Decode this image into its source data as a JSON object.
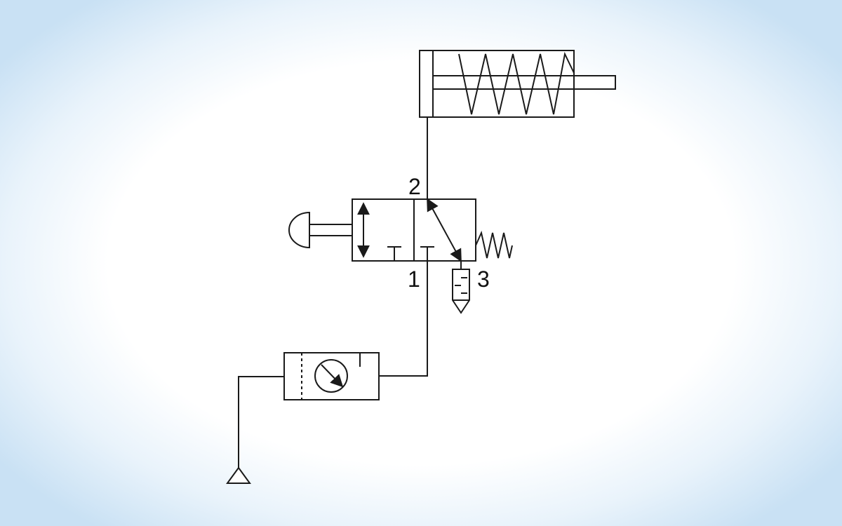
{
  "colors": {
    "line": "#1a1a1a",
    "fill": "#ffffff",
    "background_edge": "#c9e1f4"
  },
  "ports": {
    "port_2": "2",
    "port_1": "1",
    "port_3": "3"
  },
  "components": [
    "single-acting-cylinder-spring-return",
    "three-two-way-valve-push-button-spring-return",
    "exhaust-silencer",
    "filter-regulator-with-gauge",
    "pressure-source"
  ]
}
